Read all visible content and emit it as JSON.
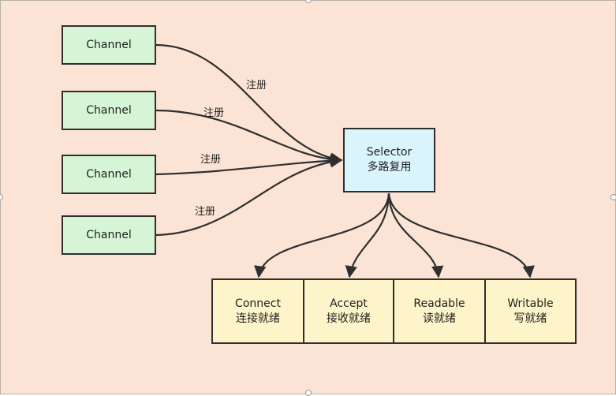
{
  "channels": [
    {
      "label": "Channel"
    },
    {
      "label": "Channel"
    },
    {
      "label": "Channel"
    },
    {
      "label": "Channel"
    }
  ],
  "register_labels": [
    "注册",
    "注册",
    "注册",
    "注册"
  ],
  "selector": {
    "line1": "Selector",
    "line2": "多路复用"
  },
  "states": [
    {
      "line1": "Connect",
      "line2": "连接就绪"
    },
    {
      "line1": "Accept",
      "line2": "接收就绪"
    },
    {
      "line1": "Readable",
      "line2": "读就绪"
    },
    {
      "line1": "Writable",
      "line2": "写就绪"
    }
  ],
  "colors": {
    "canvas": "#fbe4d5",
    "channel_fill": "#d6f5d6",
    "selector_fill": "#d9f5fb",
    "state_fill": "#fdf5c9",
    "stroke": "#2f2f2f"
  }
}
